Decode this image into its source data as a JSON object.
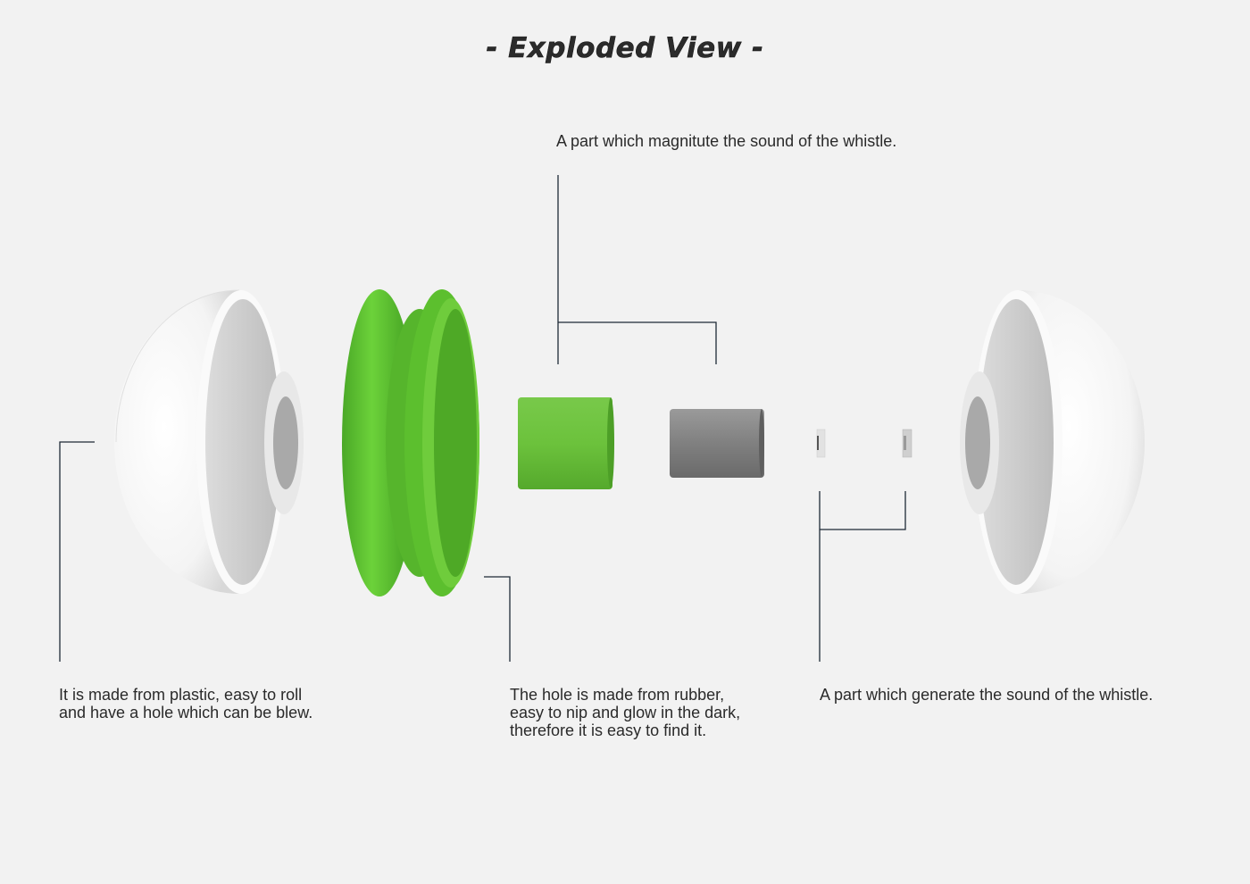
{
  "title": "- Exploded View -",
  "annotations": {
    "amplifier": "A part which magnitute the sound of the whistle.",
    "shell": "It is made from plastic, easy to roll\nand have a hole which can be blew.",
    "rubber": "The hole is made from rubber,\neasy to nip and glow in the dark,\ntherefore it is easy to find it.",
    "generator": "A part which generate the sound of the whistle."
  },
  "colors": {
    "green": "#5cbf2e",
    "grey": "#7f7f7f",
    "line": "#1e2a36"
  }
}
